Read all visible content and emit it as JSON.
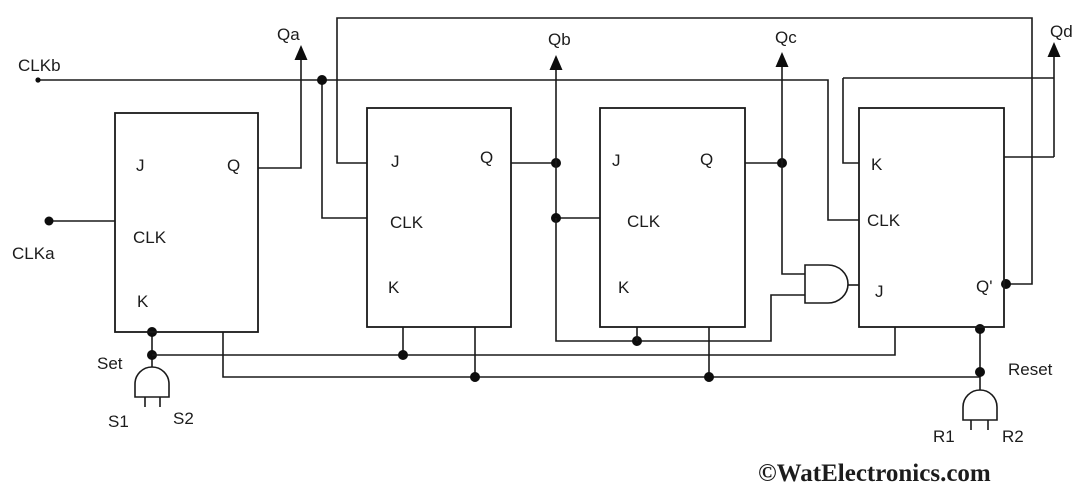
{
  "canvas": {
    "background": "#ffffff",
    "wire_color": "#1a1a1a"
  },
  "clocks": {
    "clkb": "CLKb",
    "clka": "CLKa"
  },
  "outputs": {
    "qa": "Qa",
    "qb": "Qb",
    "qc": "Qc",
    "qd": "Qd"
  },
  "flip_flops": [
    {
      "j": "J",
      "q": "Q",
      "clk": "CLK",
      "k": "K"
    },
    {
      "j": "J",
      "q": "Q",
      "clk": "CLK",
      "k": "K"
    },
    {
      "j": "J",
      "q": "Q",
      "clk": "CLK",
      "k": "K"
    },
    {
      "k": "K",
      "clk": "CLK",
      "j": "J",
      "qbar": "Q'"
    }
  ],
  "set_switch": {
    "label": "Set",
    "terminal1": "S1",
    "terminal2": "S2"
  },
  "reset_switch": {
    "label": "Reset",
    "terminal1": "R1",
    "terminal2": "R2"
  },
  "watermark": {
    "text": "©WatElectronics.com",
    "color": "#1B9BD8"
  }
}
